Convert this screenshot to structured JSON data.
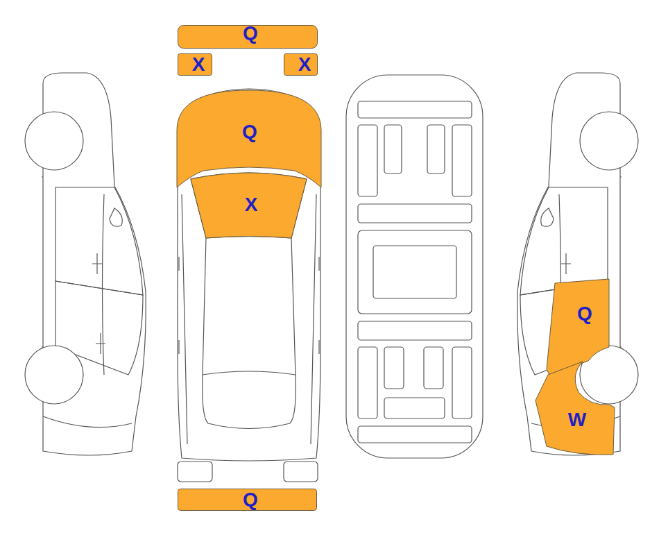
{
  "diagram": {
    "nodes": [
      {
        "text": [
          "Q"
        ]
      },
      {
        "text": [
          "X"
        ]
      },
      {
        "text": [
          "X"
        ]
      },
      {
        "text": [
          "Q"
        ]
      },
      {
        "text": [
          "X"
        ]
      },
      {
        "text": [
          "Q"
        ]
      },
      {
        "text": [
          "W"
        ]
      },
      {
        "text": [
          "Q"
        ]
      }
    ]
  }
}
